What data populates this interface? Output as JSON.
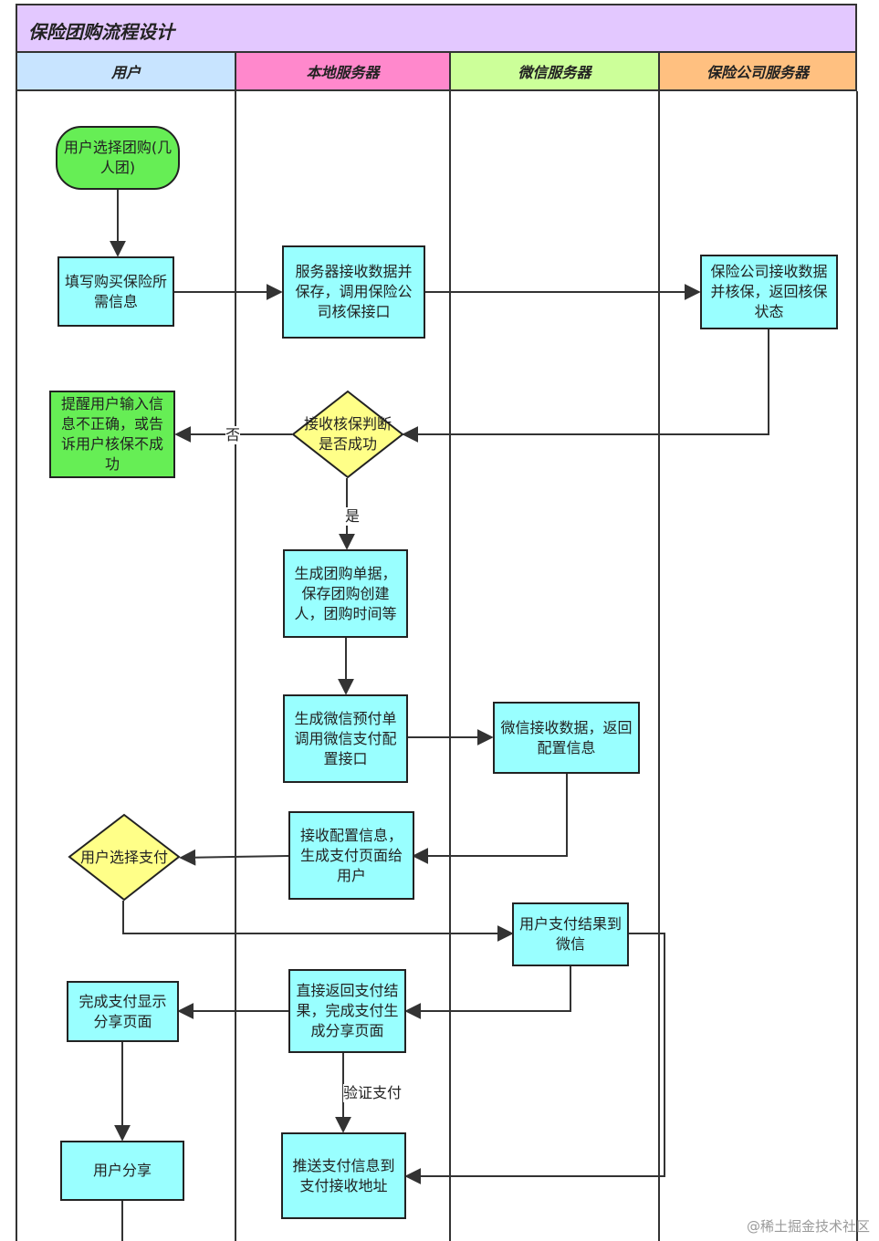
{
  "title": "保险团购流程设计",
  "lanes": {
    "user": "用户",
    "local": "本地服务器",
    "wechat": "微信服务器",
    "insurer": "保险公司服务器"
  },
  "lane_colors": {
    "user": "#c8e4ff",
    "local": "#ff88cc",
    "wechat": "#ccff99",
    "insurer": "#ffc080",
    "title": "#e3c8ff",
    "process": "#99ffff",
    "terminal": "#66ee55",
    "decision": "#ffff88"
  },
  "nodes": {
    "start": "用户选择团购(几人团)",
    "fill_info": "填写购买保险所需信息",
    "server_receive": "服务器接收数据并保存，调用保险公司核保接口",
    "insurer_check": "保险公司接收数据并核保，返回核保状态",
    "check_success": "接收核保判断是否成功",
    "remind_user": "提醒用户输入信息不正确，或告诉用户核保不成功",
    "create_order": "生成团购单据，保存团购创建人，团购时间等",
    "wx_prepay": "生成微信预付单调用微信支付配置接口",
    "wx_receive": "微信接收数据，返回配置信息",
    "receive_config": "接收配置信息，生成支付页面给用户",
    "user_pay": "用户选择支付",
    "pay_result": "用户支付结果到微信",
    "return_result": "直接返回支付结果，完成支付生成分享页面",
    "show_share": "完成支付显示分享页面",
    "push_pay": "推送支付信息到支付接收地址",
    "user_share": "用户分享"
  },
  "edge_labels": {
    "no": "否",
    "yes": "是",
    "verify": "验证支付"
  },
  "watermark": "@稀土掘金技术社区"
}
